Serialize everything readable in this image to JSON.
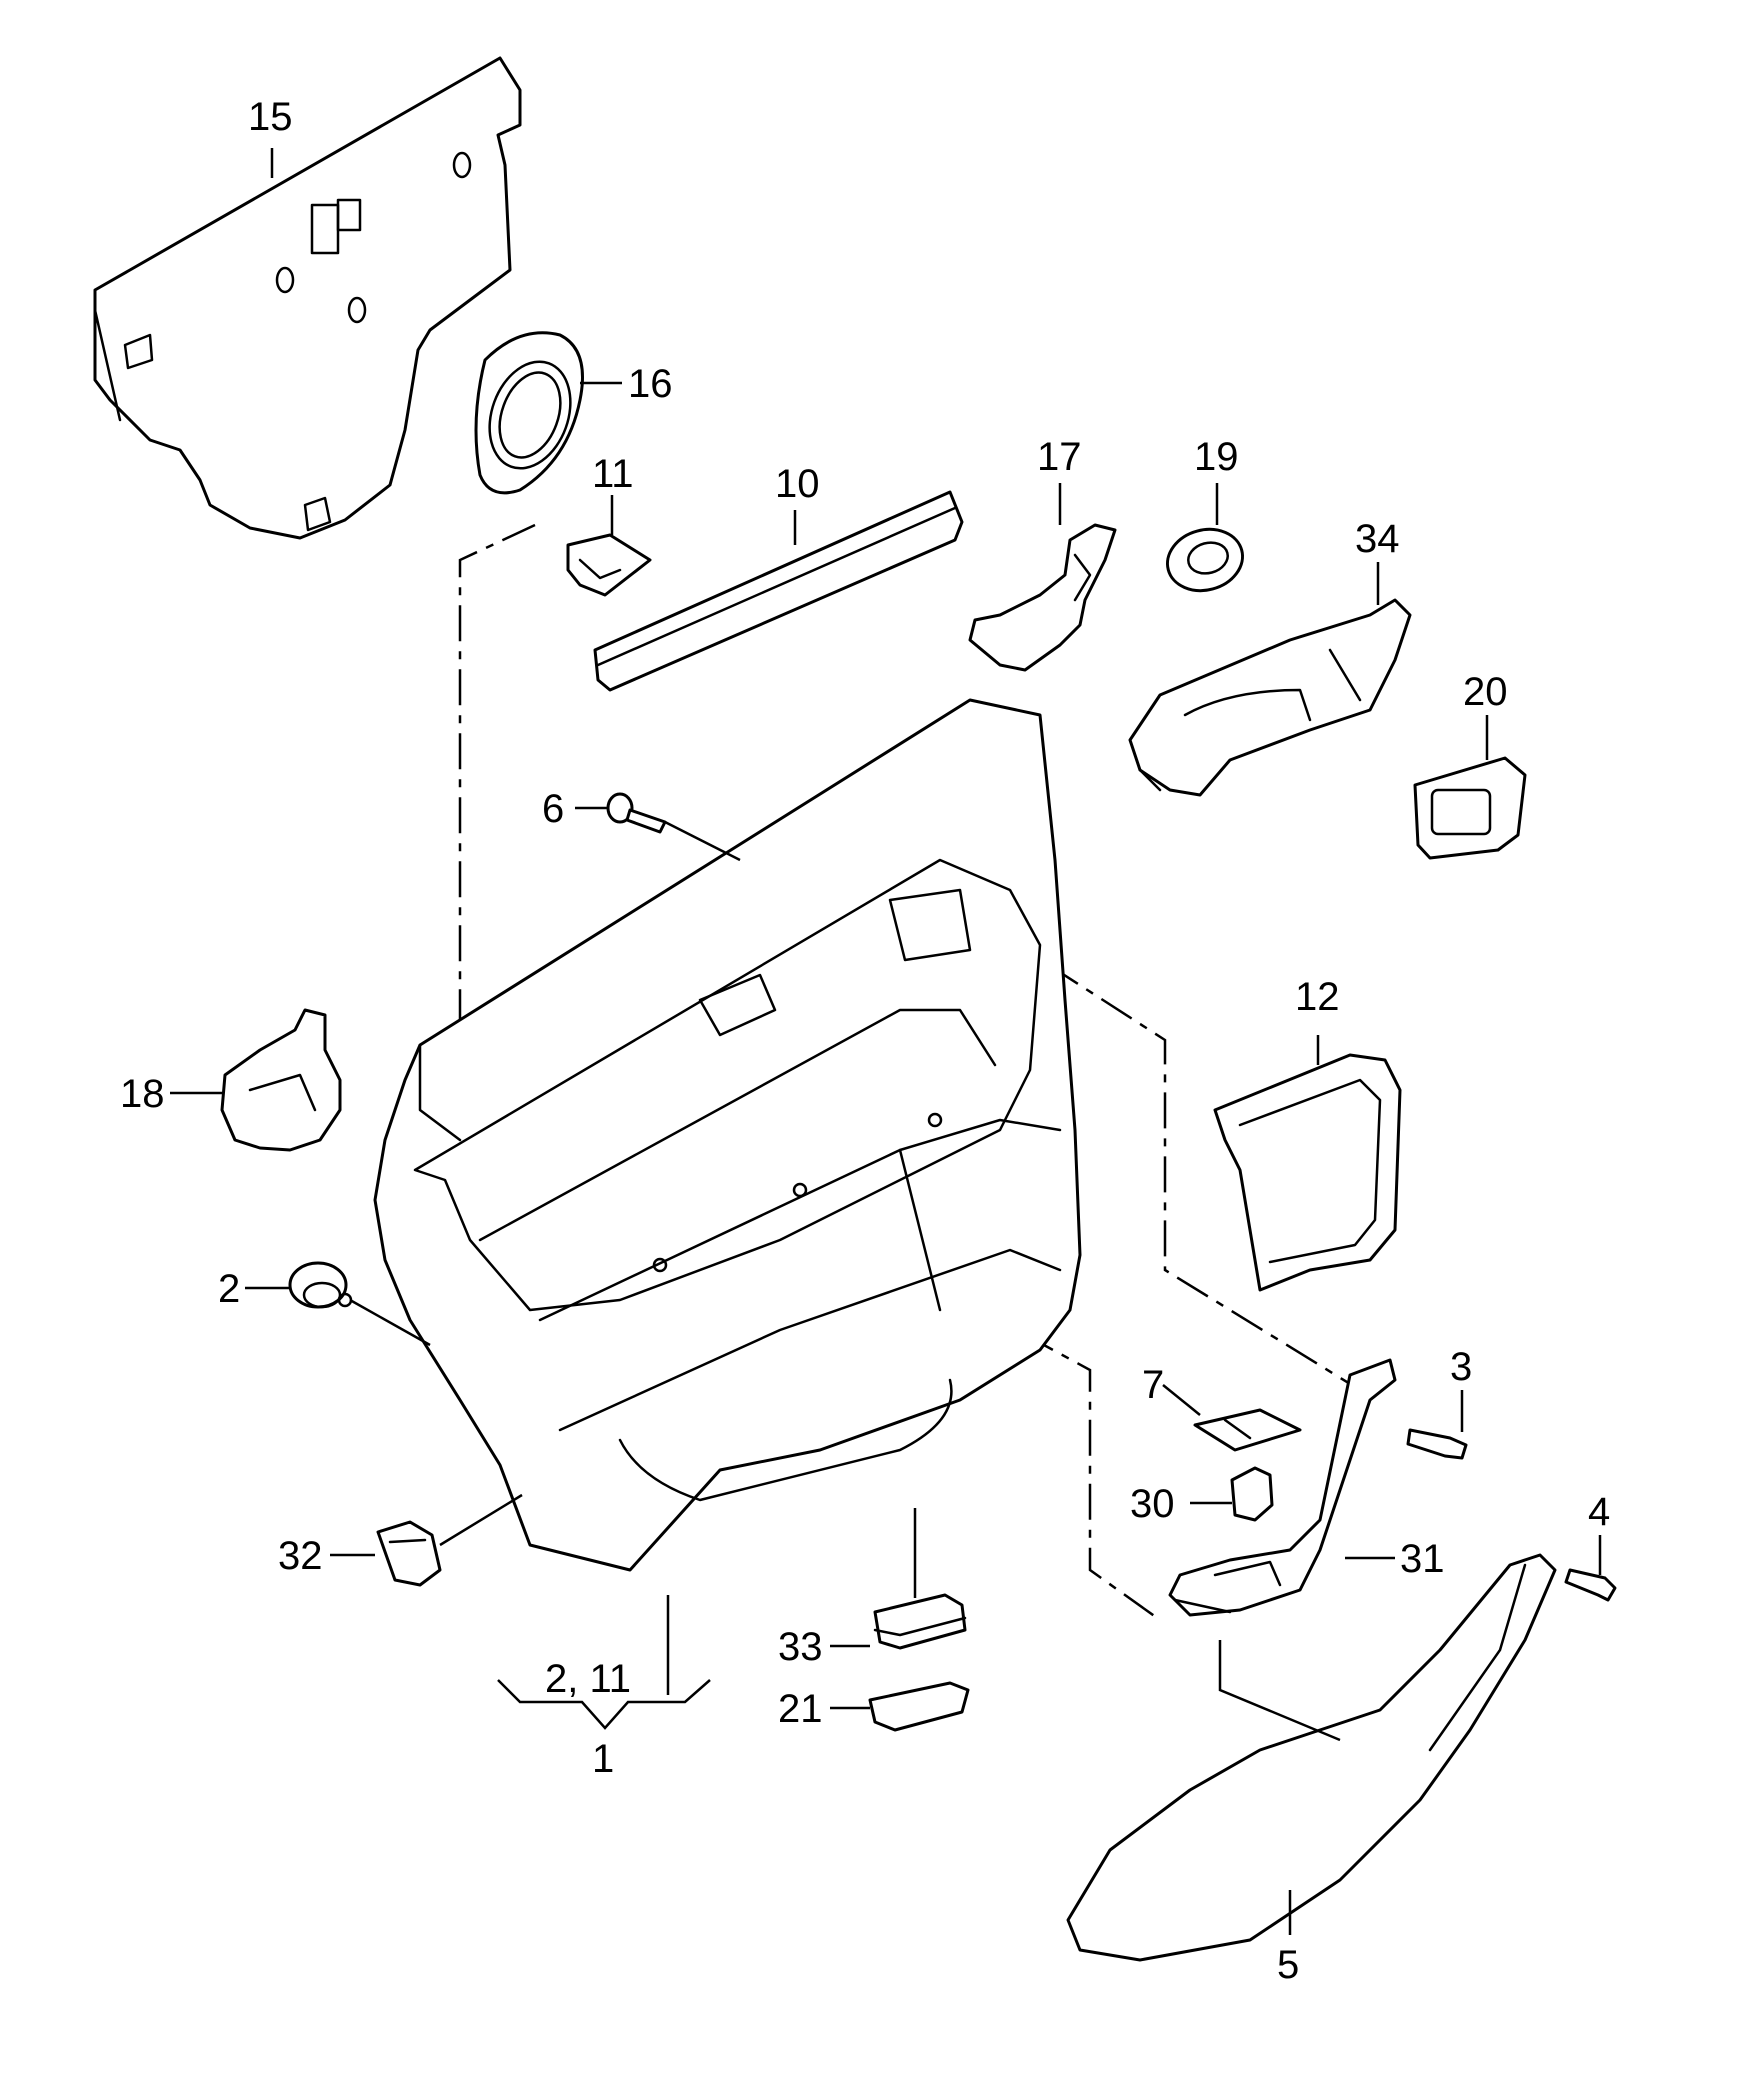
{
  "callouts": {
    "c1": "1",
    "c2": "2",
    "c2_11": "2, 11",
    "c3": "3",
    "c4": "4",
    "c5": "5",
    "c6": "6",
    "c7": "7",
    "c10": "10",
    "c11": "11",
    "c12": "12",
    "c15": "15",
    "c16": "16",
    "c17": "17",
    "c18": "18",
    "c19": "19",
    "c20": "20",
    "c21": "21",
    "c30": "30",
    "c31": "31",
    "c32": "32",
    "c33": "33",
    "c34": "34"
  },
  "colors": {
    "line": "#000000",
    "background": "#ffffff"
  }
}
